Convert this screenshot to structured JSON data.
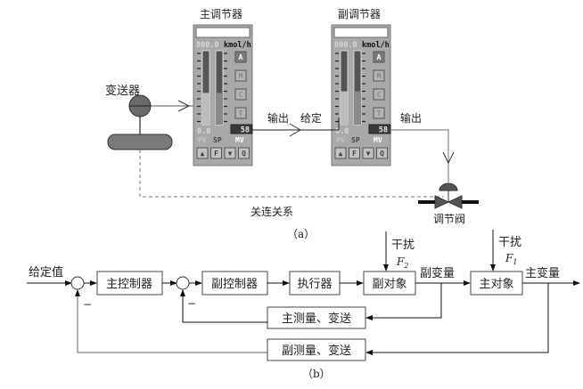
{
  "figure_a": {
    "caption": "（a）",
    "transmitter_label": "变送器",
    "primary_controller": {
      "title": "主调节器",
      "range_max": "800.0",
      "unit": "kmol/h",
      "range_min": "0.0",
      "pv_label": "PV",
      "sp_label": "SP",
      "mv_label": "MV",
      "mv_value": "58",
      "pv_fraction": 0.43,
      "sp_fraction": 0.43,
      "mode_buttons": [
        "A",
        "M",
        "C",
        "T"
      ],
      "bottom_buttons": [
        "▲",
        "F",
        "▼",
        "Q"
      ]
    },
    "secondary_controller": {
      "title": "副调节器",
      "range_max": "800.0",
      "unit": "kmol/h",
      "range_min": "0.0",
      "pv_label": "PV",
      "sp_label": "SP",
      "mv_label": "MV",
      "mv_value": "58",
      "pv_fraction": 0.45,
      "sp_fraction": 0.45,
      "mode_buttons": [
        "A",
        "M",
        "C",
        "T"
      ],
      "bottom_buttons": [
        "▲",
        "F",
        "▼",
        "Q"
      ]
    },
    "output_label_1": "输出",
    "setpoint_label": "给定",
    "output_label_2": "输出",
    "valve_label": "调节阀",
    "relation_label": "关连关系"
  },
  "figure_b": {
    "caption": "（b）",
    "setpoint_label": "给定值",
    "blocks": {
      "primary_controller": "主控制器",
      "secondary_controller": "副控制器",
      "actuator": "执行器",
      "secondary_object": "副对象",
      "primary_object": "主对象",
      "inner_feedback": "主测量、变送",
      "outer_feedback": "副测量、变送"
    },
    "disturbance_2": {
      "label": "干扰",
      "symbol": "F",
      "sub": "2"
    },
    "disturbance_1": {
      "label": "干扰",
      "symbol": "F",
      "sub": "1"
    },
    "secondary_variable": "副变量",
    "primary_variable": "主变量",
    "minus_sign": "−"
  }
}
